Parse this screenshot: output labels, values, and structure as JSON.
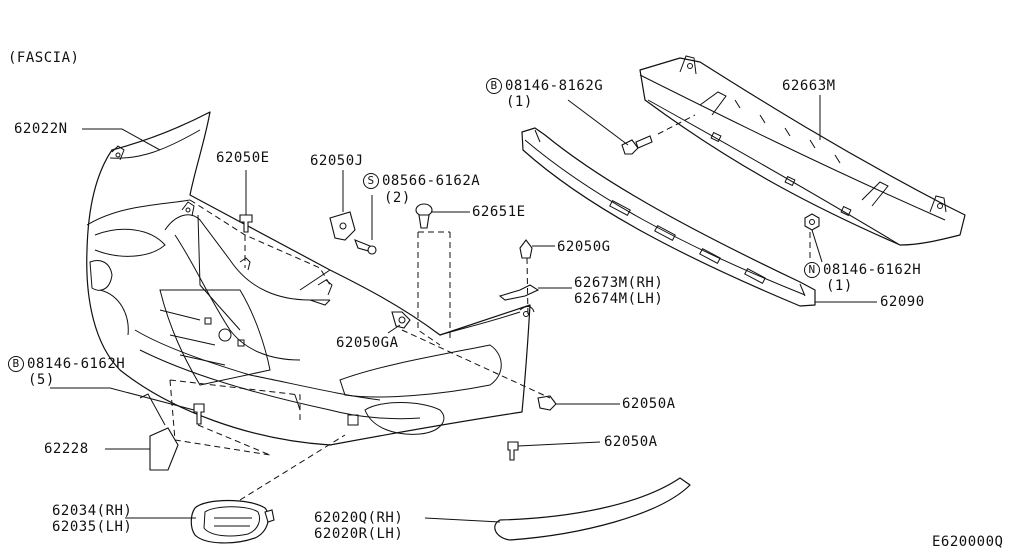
{
  "section_title": "(FASCIA)",
  "diagram_code": "E620000Q",
  "labels": {
    "p62022N": "62022N",
    "p62050E": "62050E",
    "p62050J": "62050J",
    "bolt_08566_6162A": "08566-6162A",
    "bolt_08566_6162A_qty": "(2)",
    "bolt_08566_6162A_mark": "S",
    "p62651E": "62651E",
    "p62050G": "62050G",
    "p62673M": "62673M(RH)",
    "p62674M": "62674M(LH)",
    "p62050GA": "62050GA",
    "bolt_08146_6162H_left": "08146-6162H",
    "bolt_08146_6162H_left_qty": "(5)",
    "bolt_08146_6162H_left_mark": "B",
    "p62050A_1": "62050A",
    "p62050A_2": "62050A",
    "p62228": "62228",
    "p62034": "62034(RH)",
    "p62035": "62035(LH)",
    "p62020Q": "62020Q(RH)",
    "p62020R": "62020R(LH)",
    "bolt_08146_8162G": "08146-8162G",
    "bolt_08146_8162G_qty": "(1)",
    "bolt_08146_8162G_mark": "B",
    "p62663M": "62663M",
    "bolt_08146_6162H_right": "08146-6162H",
    "bolt_08146_6162H_right_qty": "(1)",
    "bolt_08146_6162H_right_mark": "N",
    "p62090": "62090"
  }
}
